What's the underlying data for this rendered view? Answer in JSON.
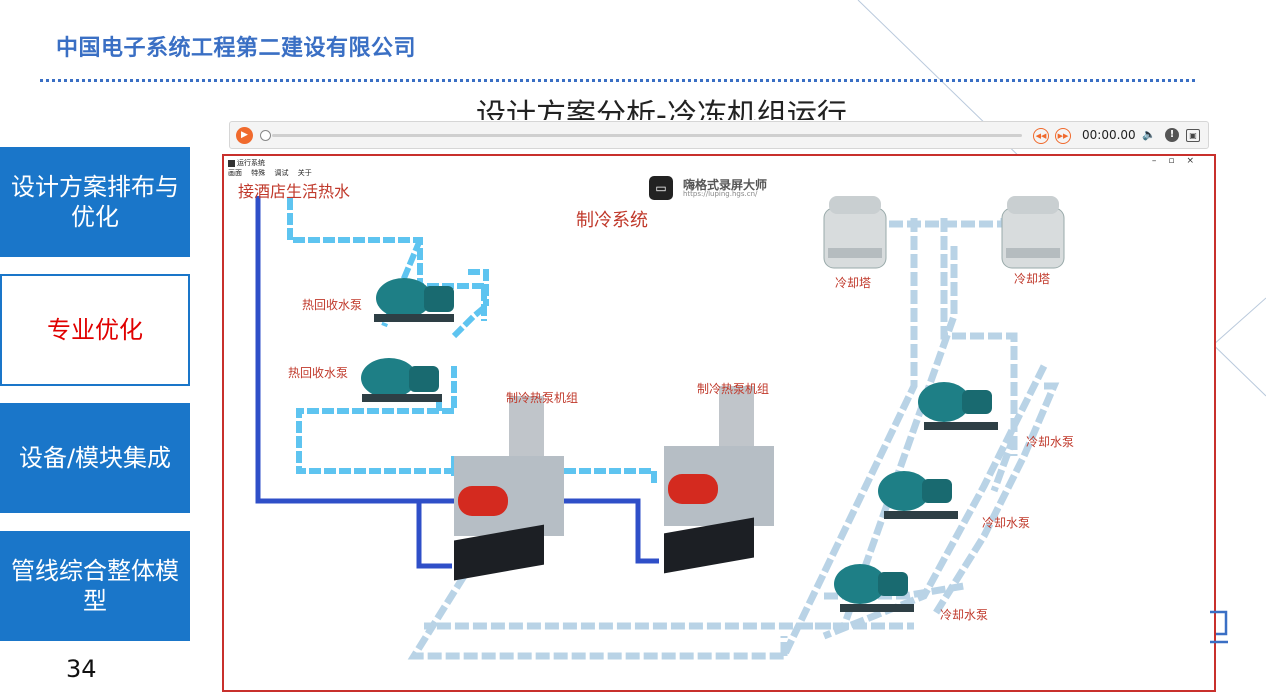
{
  "header": {
    "company": "中国电子系统工程第二建设有限公司",
    "slide_title": "设计方案分析-冷冻机组运行"
  },
  "nav": {
    "items": [
      {
        "label": "设计方案排布与优化",
        "active": false
      },
      {
        "label": "专业优化",
        "active": true
      },
      {
        "label": "设备/模块集成",
        "active": false
      },
      {
        "label": "管线综合整体模型",
        "active": false
      }
    ]
  },
  "page_number": "34",
  "player": {
    "time": "00:00.00",
    "play_icon": "play-icon",
    "colors": {
      "accent": "#f06a2d"
    }
  },
  "video": {
    "window_title": "运行系统",
    "menu": [
      "画面",
      "特殊",
      "调试",
      "关于"
    ],
    "watermark_title": "嗨格式录屏大师",
    "watermark_url": "https://luping.hgs.cn/",
    "labels": {
      "hot_water": "接酒店生活热水",
      "system": "制冷系统",
      "tower1": "冷却塔",
      "tower2": "冷却塔",
      "heat_pump1": "热回收水泵",
      "heat_pump2": "热回收水泵",
      "unit1": "制冷热泵机组",
      "unit2": "制冷热泵机组",
      "cool_pump1": "冷却水泵",
      "cool_pump2": "冷却水泵",
      "cool_pump3": "冷却水泵"
    }
  },
  "colors": {
    "brand_blue": "#1a76c9",
    "active_text": "#e00000",
    "pipe_hot": "#5ec4f0",
    "pipe_main": "#2f4fc8",
    "pipe_cool": "#b9d3e6"
  }
}
